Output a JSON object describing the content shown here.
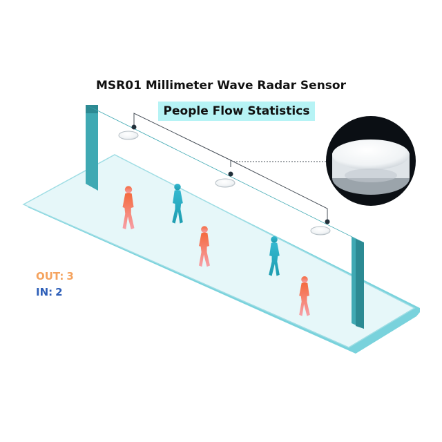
{
  "title": "MSR01 Millimeter Wave Radar Sensor",
  "subtitle": "People Flow Statistics",
  "counters": {
    "out_label": "OUT:",
    "out_value": "3",
    "in_label": "IN:",
    "in_value": "2"
  },
  "colors": {
    "frame": "#3fa9b3",
    "frame_dark": "#2c8a93",
    "floor_fill": "#e6f7f9",
    "floor_edge": "#79d2dc",
    "out_person": "#f46a3e",
    "in_person": "#2ab2c8",
    "out_text": "#f5a35e",
    "in_text": "#2e5fb8",
    "subtitle_bg": "#b6f3f5"
  },
  "sensors": 3,
  "people": [
    {
      "direction": "out"
    },
    {
      "direction": "in"
    },
    {
      "direction": "out"
    },
    {
      "direction": "in"
    },
    {
      "direction": "out"
    }
  ]
}
